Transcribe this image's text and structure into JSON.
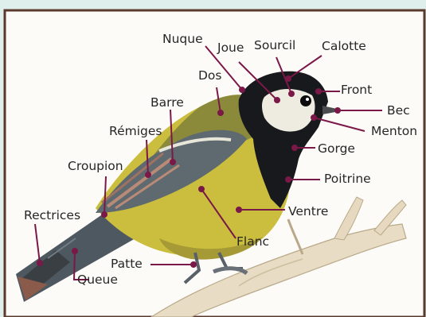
{
  "colors": {
    "frame_outer": "#dff0ec",
    "frame_border": "#5b3a2e",
    "paper": "#fdfbf7",
    "leader_line": "#7a1848",
    "label_text": "#262626"
  },
  "labels": {
    "nuque": "Nuque",
    "joue": "Joue",
    "sourcil": "Sourcil",
    "calotte": "Calotte",
    "dos": "Dos",
    "front": "Front",
    "barre": "Barre",
    "bec": "Bec",
    "remiges": "Rémiges",
    "menton": "Menton",
    "gorge": "Gorge",
    "croupion": "Croupion",
    "poitrine": "Poitrine",
    "rectrices": "Rectrices",
    "ventre": "Ventre",
    "flanc": "Flanc",
    "patte": "Patte",
    "queue": "Queue"
  }
}
